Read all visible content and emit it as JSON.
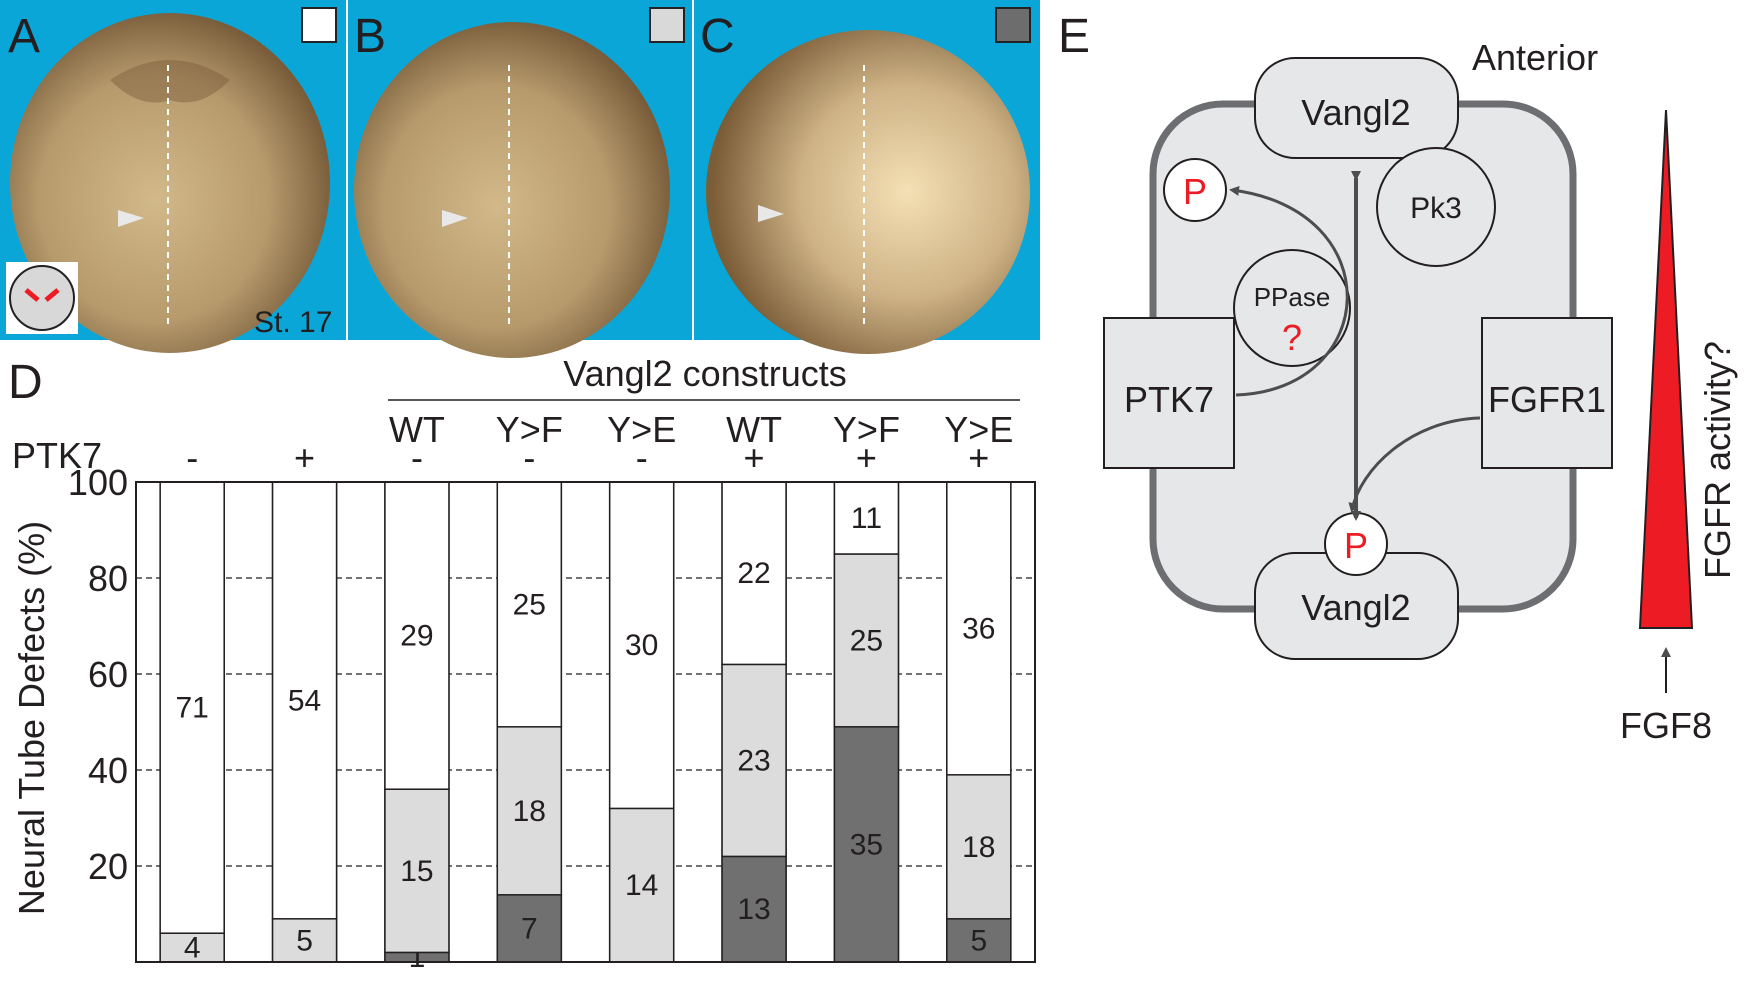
{
  "panels": {
    "A": {
      "label": "A",
      "stage": "St. 17",
      "swatch": "#ffffff"
    },
    "B": {
      "label": "B",
      "swatch": "#d9d9d9"
    },
    "C": {
      "label": "C",
      "swatch": "#6d6d6d"
    },
    "D": {
      "label": "D"
    },
    "E": {
      "label": "E"
    }
  },
  "colors": {
    "background_blue": "#0aa6d8",
    "embryo": "#b69a6c",
    "light_gray": "#dcdcdc",
    "dark_gray": "#707070",
    "red": "#ed1c24"
  },
  "chart_data": {
    "type": "bar",
    "stacked": true,
    "header": "Vangl2 constructs",
    "row_label": "PTK7",
    "ylabel": "Neural Tube Defects (%)",
    "ylim": [
      0,
      100
    ],
    "yticks": [
      "100",
      "80",
      "60",
      "40",
      "20"
    ],
    "grid": "dashed horizontal at 20, 40, 60, 80",
    "categories": [
      {
        "construct": "",
        "ptk7": "-"
      },
      {
        "construct": "",
        "ptk7": "+"
      },
      {
        "construct": "WT",
        "ptk7": "-"
      },
      {
        "construct": "Y>F",
        "ptk7": "-"
      },
      {
        "construct": "Y>E",
        "ptk7": "-"
      },
      {
        "construct": "WT",
        "ptk7": "+"
      },
      {
        "construct": "Y>F",
        "ptk7": "+"
      },
      {
        "construct": "Y>E",
        "ptk7": "+"
      }
    ],
    "series": [
      {
        "color": "#707070",
        "values": [
          0,
          0,
          2,
          14,
          0,
          22,
          49,
          9
        ],
        "labels": [
          "",
          "",
          "1",
          "7",
          "",
          "13",
          "35",
          "5"
        ]
      },
      {
        "color": "#dcdcdc",
        "values": [
          6,
          9,
          34,
          35,
          32,
          40,
          36,
          30
        ],
        "labels": [
          "4",
          "5",
          "15",
          "18",
          "14",
          "23",
          "25",
          "18"
        ]
      },
      {
        "color": "#ffffff",
        "values": [
          94,
          91,
          64,
          51,
          68,
          38,
          15,
          61
        ],
        "labels": [
          "71",
          "54",
          "29",
          "25",
          "30",
          "22",
          "11",
          "36"
        ]
      }
    ]
  },
  "diagram": {
    "anterior": "Anterior",
    "vangl2_top": "Vangl2",
    "vangl2_bottom": "Vangl2",
    "pk3": "Pk3",
    "ppase": "PPase",
    "question": "?",
    "phospho": "P",
    "ptk7": "PTK7",
    "fgfr1": "FGFR1",
    "fgfr_activity": "FGFR activity?",
    "fgf8": "FGF8"
  }
}
